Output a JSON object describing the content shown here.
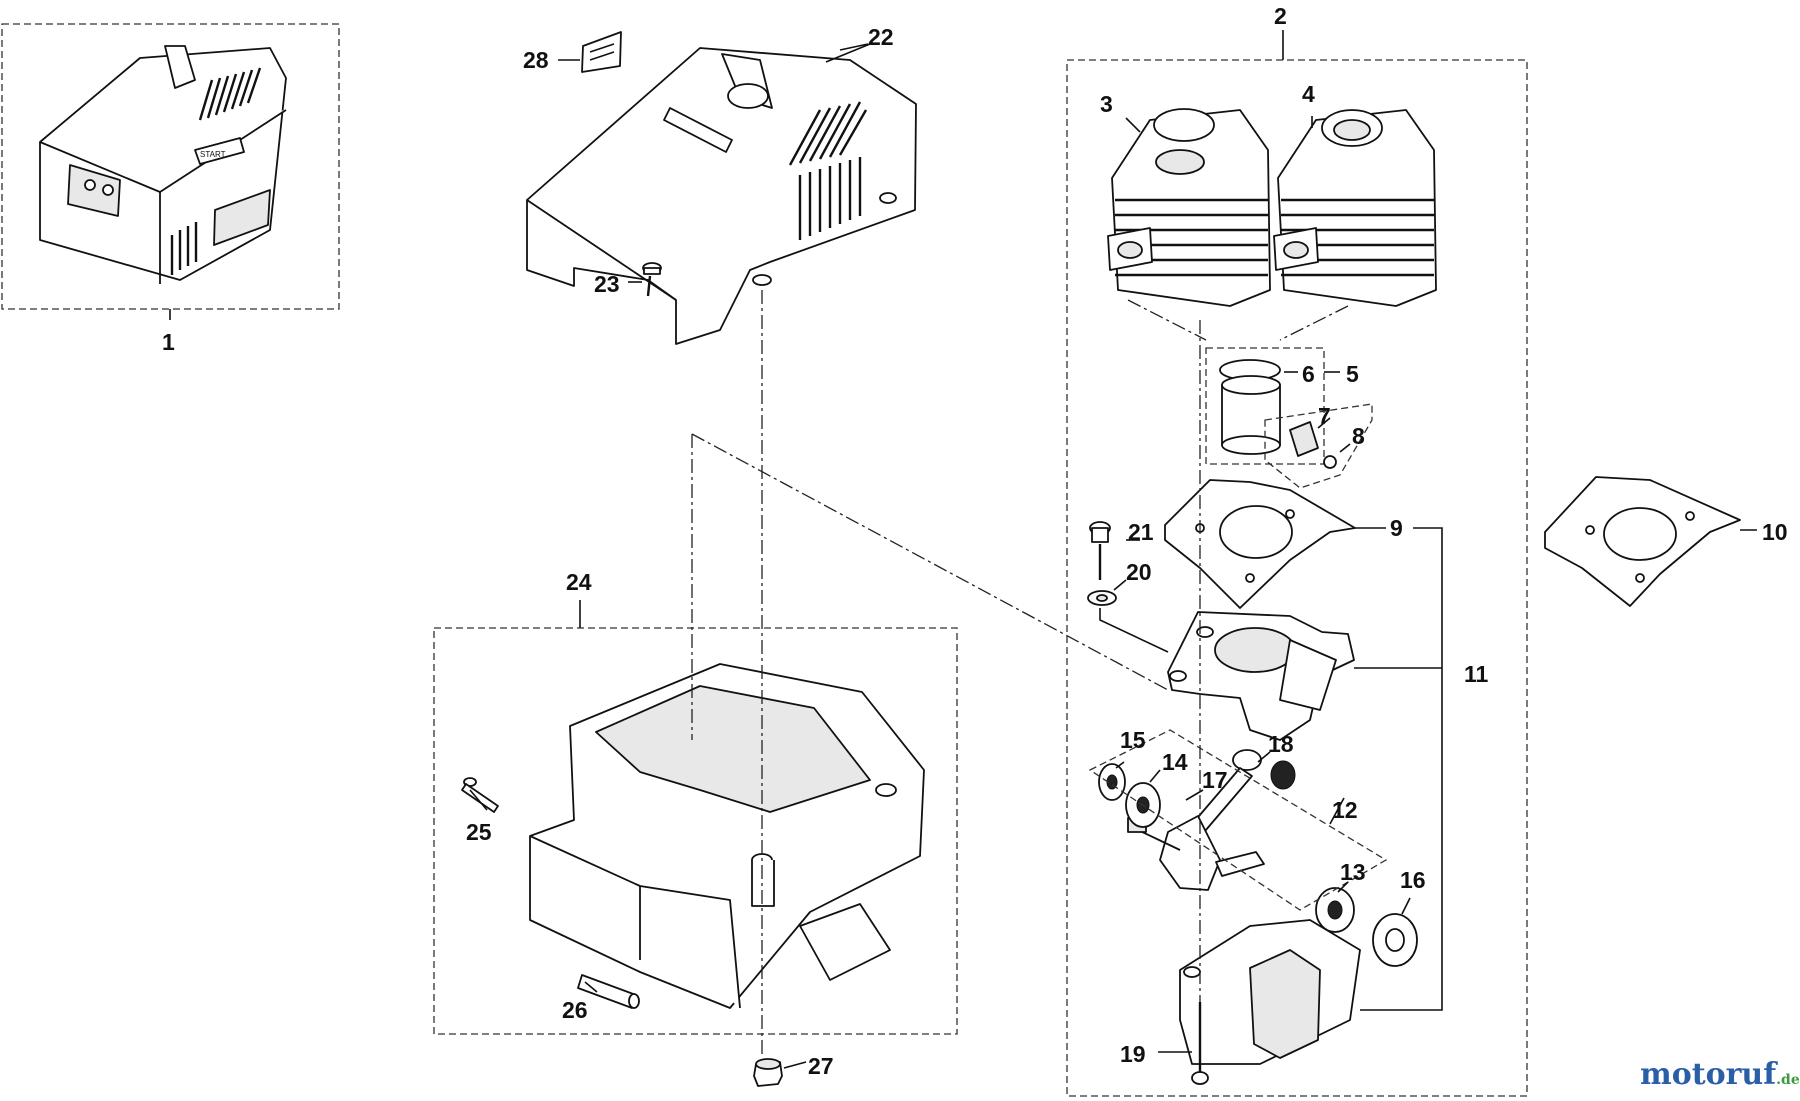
{
  "labels": {
    "l1": "1",
    "l2": "2",
    "l3": "3",
    "l4": "4",
    "l5": "5",
    "l6": "6",
    "l7": "7",
    "l8": "8",
    "l9": "9",
    "l10": "10",
    "l11": "11",
    "l12": "12",
    "l13": "13",
    "l14": "14",
    "l15": "15",
    "l16": "16",
    "l17": "17",
    "l18": "18",
    "l19": "19",
    "l20": "20",
    "l21": "21",
    "l22": "22",
    "l23": "23",
    "l24": "24",
    "l25": "25",
    "l26": "26",
    "l27": "27",
    "l28": "28"
  },
  "cover_text": "START",
  "brand": {
    "name": "motoruf",
    "suffix": ".de",
    "colors": {
      "blue": "#2a5fa8",
      "orange": "#e6811e",
      "green": "#3c9a3c"
    }
  }
}
